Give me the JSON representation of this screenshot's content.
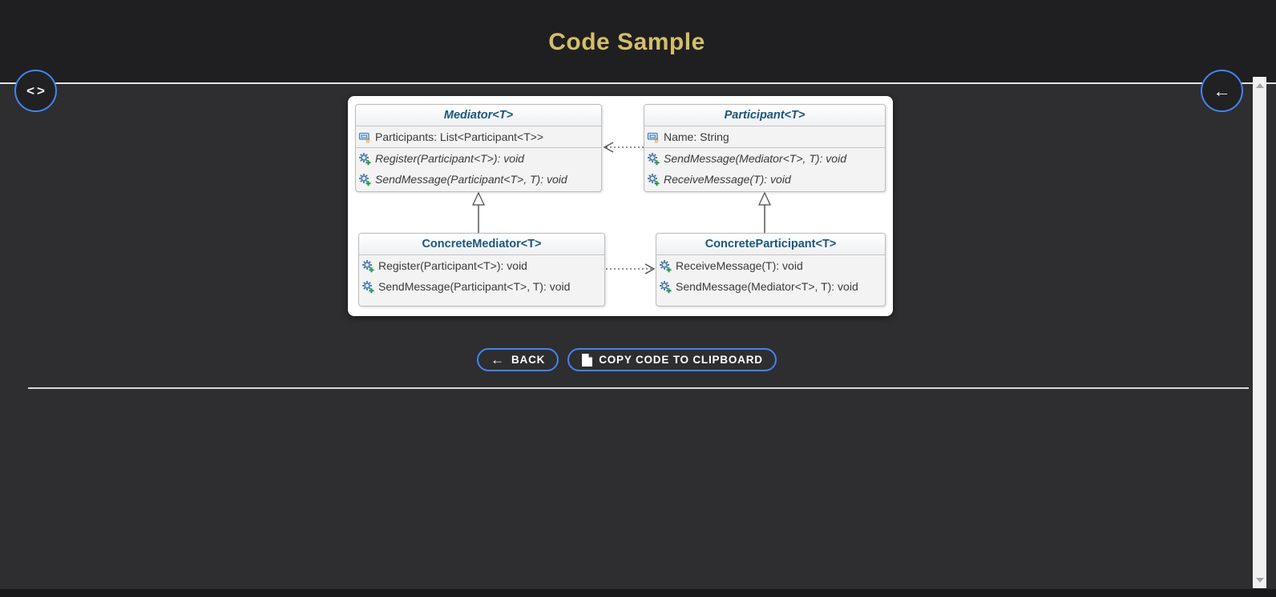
{
  "header": {
    "title": "Code Sample"
  },
  "floating_buttons": {
    "code_panel_icon": "<>",
    "back_icon": "←"
  },
  "diagram": {
    "classes": [
      {
        "name": "Mediator<T>",
        "abstract": true,
        "fields": [
          {
            "icon": "protected-field-icon",
            "text": "Participants: List<Participant<T>>"
          }
        ],
        "methods": [
          {
            "icon": "public-method-icon",
            "text": "Register(Participant<T>): void"
          },
          {
            "icon": "public-method-icon",
            "text": "SendMessage(Participant<T>, T): void"
          }
        ]
      },
      {
        "name": "Participant<T>",
        "abstract": true,
        "fields": [
          {
            "icon": "protected-field-icon",
            "text": "Name: String"
          }
        ],
        "methods": [
          {
            "icon": "public-method-icon",
            "text": "SendMessage(Mediator<T>, T): void"
          },
          {
            "icon": "public-method-icon",
            "text": "ReceiveMessage(T): void"
          }
        ]
      },
      {
        "name": "ConcreteMediator<T>",
        "abstract": false,
        "fields": [],
        "methods": [
          {
            "icon": "public-method-icon",
            "text": "Register(Participant<T>): void"
          },
          {
            "icon": "public-method-icon",
            "text": "SendMessage(Participant<T>, T): void"
          }
        ]
      },
      {
        "name": "ConcreteParticipant<T>",
        "abstract": false,
        "fields": [],
        "methods": [
          {
            "icon": "public-method-icon",
            "text": "ReceiveMessage(T): void"
          },
          {
            "icon": "public-method-icon",
            "text": "SendMessage(Mediator<T>, T): void"
          }
        ]
      }
    ],
    "relationships": [
      {
        "type": "inheritance",
        "from": "ConcreteMediator<T>",
        "to": "Mediator<T>"
      },
      {
        "type": "inheritance",
        "from": "ConcreteParticipant<T>",
        "to": "Participant<T>"
      },
      {
        "type": "dependency",
        "from": "Participant<T>",
        "to": "Mediator<T>"
      },
      {
        "type": "dependency",
        "from": "ConcreteMediator<T>",
        "to": "ConcreteParticipant<T>"
      }
    ]
  },
  "actions": {
    "back_arrow": "←",
    "back_label": "BACK",
    "copy_label": "COPY CODE TO CLIPBOARD"
  },
  "colors": {
    "accent_blue": "#4285f0",
    "title_gold": "#d3bf6a",
    "class_name_blue": "#1a567f",
    "header_bg": "#1f1f21",
    "content_bg": "#2e2e30"
  }
}
